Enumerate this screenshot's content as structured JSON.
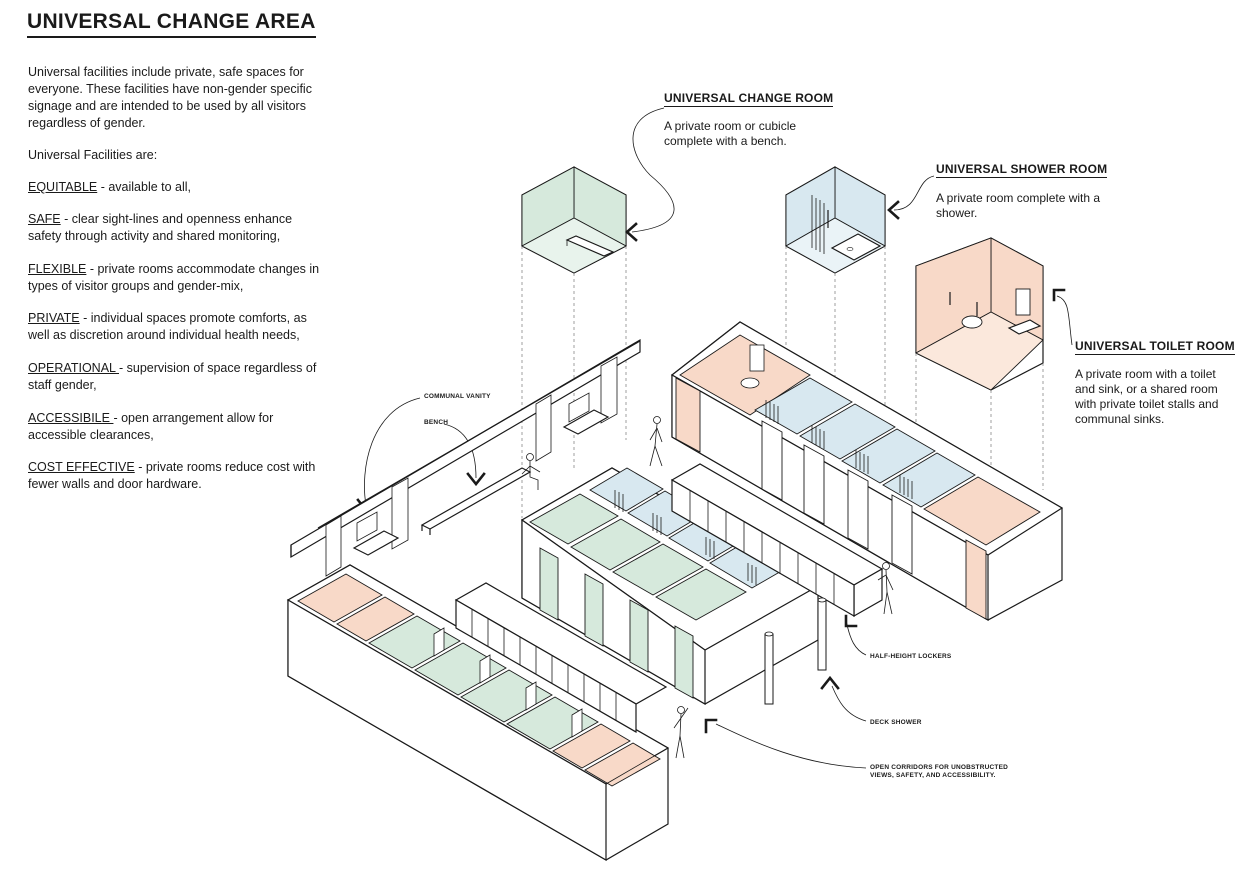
{
  "title": "UNIVERSAL CHANGE AREA",
  "intro": "Universal facilities include private, safe spaces for everyone. These facilities have non-gender specific signage and are intended to be used by all visitors regardless of gender.",
  "list_heading": "Universal Facilities are:",
  "principles": [
    {
      "term": "EQUITABLE",
      "text": " - available to all,"
    },
    {
      "term": "SAFE",
      "text": " - clear sight-lines and openness enhance safety through activity and shared monitoring,"
    },
    {
      "term": "FLEXIBLE",
      "text": " - private rooms accommodate changes in types of visitor groups and gender-mix,"
    },
    {
      "term": "PRIVATE",
      "text": " - individual spaces promote comforts, as well as discretion around individual health needs,"
    },
    {
      "term": "OPERATIONAL ",
      "text": "- supervision of space regardless of staff gender,"
    },
    {
      "term": "ACCESSIBILE ",
      "text": "- open arrangement allow for accessible clearances,"
    },
    {
      "term": "COST EFFECTIVE",
      "text": " - private rooms reduce cost with fewer walls and door hardware."
    }
  ],
  "rooms": {
    "change": {
      "heading": "UNIVERSAL CHANGE ROOM",
      "desc": "A private room or cubicle complete with a bench."
    },
    "shower": {
      "heading": "UNIVERSAL SHOWER ROOM",
      "desc": "A private room complete with a shower."
    },
    "toilet": {
      "heading": "UNIVERSAL TOILET ROOM",
      "desc": "A private room with a toilet and sink, or a shared room with private toilet stalls and communal sinks."
    }
  },
  "callouts": {
    "vanity": "COMMUNAL VANITY",
    "bench": "BENCH",
    "lockers": "HALF-HEIGHT LOCKERS",
    "deck_shower": "DECK SHOWER",
    "corridors_1": "OPEN CORRIDORS FOR UNOBSTRUCTED",
    "corridors_2": "VIEWS, SAFETY, AND ACCESSIBILITY."
  },
  "colors": {
    "change": "#d6e9dc",
    "shower": "#d8e8f0",
    "toilet": "#f8d9c8",
    "line": "#1a1a1a"
  }
}
